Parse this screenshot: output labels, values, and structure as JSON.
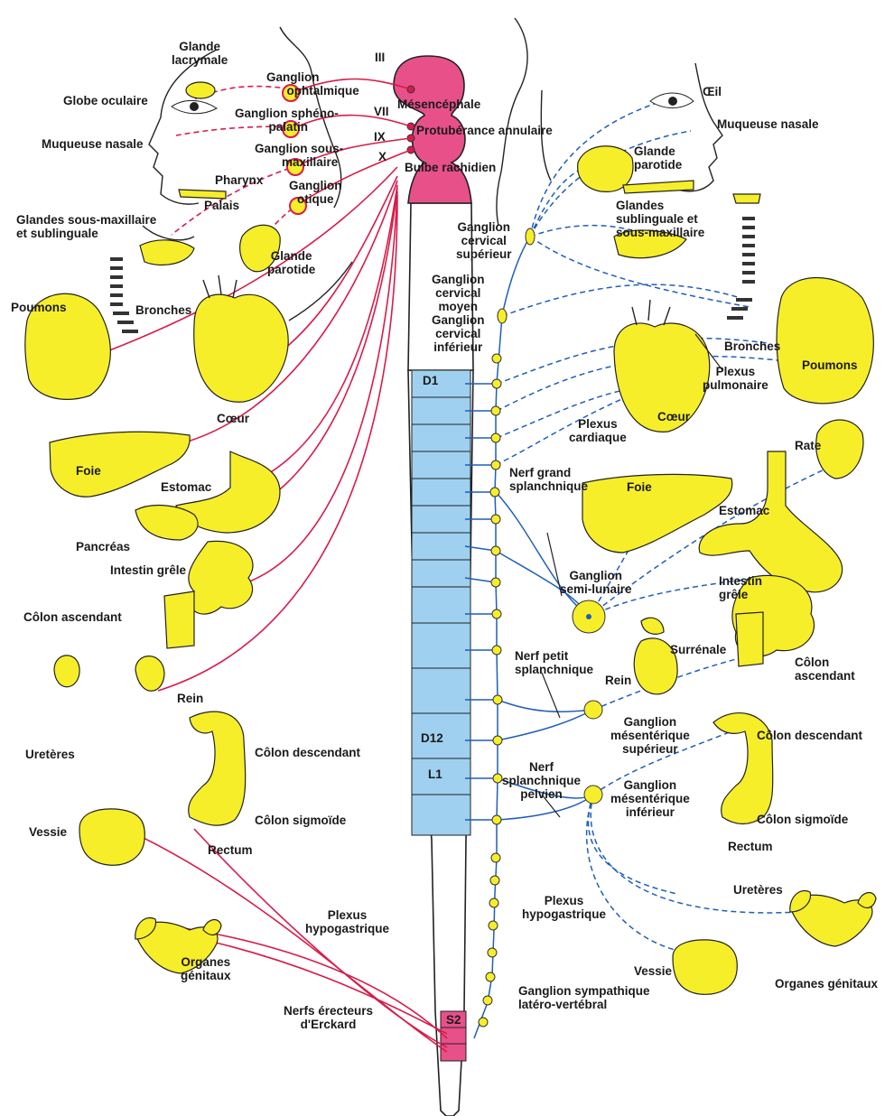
{
  "colors": {
    "parasympathetic": "#d81b4a",
    "sympathetic": "#1f5fb8",
    "organ": "#f7ee2a",
    "brain": "#e8508a",
    "cord": "#9fd0f0"
  },
  "cranial_nerves": {
    "III": "III",
    "VII": "VII",
    "IX": "IX",
    "X": "X"
  },
  "brain": {
    "mesencephale": "Mésencéphale",
    "protuberance": "Protubérance annulaire",
    "bulbe": "Bulbe rachidien"
  },
  "segments": {
    "d1": "D1",
    "d12": "D12",
    "l1": "L1",
    "s2": "S2"
  },
  "left": {
    "glande_lacrymale": "Glande\nlacrymale",
    "globe_oculaire": "Globe oculaire",
    "ganglion_ophtalmique": "Ganglion\n      ophtalmique",
    "ganglion_spheno": "Ganglion sphéno-\n          palatin",
    "muqueuse_nasale": "Muqueuse nasale",
    "ganglion_sous_maxillaire": "Ganglion sous-\n        maxillaire",
    "pharynx": "Pharynx",
    "ganglion_otique": "Ganglion\notique",
    "palais": "Palais",
    "glandes_sous_maxillaire": "Glandes sous-maxillaire\net sublinguale",
    "glande_parotide": "Glande\nparotide",
    "poumons": "Poumons",
    "bronches": "Bronches",
    "coeur": "Cœur",
    "foie": "Foie",
    "estomac": "Estomac",
    "pancreas": "Pancréas",
    "intestin_grele": "Intestin grêle",
    "colon_ascendant": "Côlon ascendant",
    "rein": "Rein",
    "ureteres": "Uretères",
    "colon_descendant": "Côlon descendant",
    "colon_sigmoide": "Côlon sigmoïde",
    "vessie": "Vessie",
    "rectum": "Rectum",
    "plexus_hypogastrique": "Plexus\nhypogastrique",
    "organes_genitaux": "Organes\ngénitaux",
    "nerfs_erecteurs": "Nerfs érecteurs\nd'Erckard"
  },
  "center": {
    "ganglion_cervical_superieur": "Ganglion\ncervical\nsupérieur",
    "ganglion_cervical_moyen_inferieur": "Ganglion\ncervical\nmoyen\nGanglion\ncervical\ninférieur",
    "nerf_grand_splanchnique": "Nerf grand\nsplanchnique",
    "nerf_petit_splanchnique": "Nerf petit\nsplanchnique",
    "nerf_splanchnique_pelvien": "Nerf\nsplanchnique\npelvien",
    "plexus_hypogastrique": "Plexus\nhypogastrique",
    "ganglion_sympathique": "Ganglion sympathique\nlatéro-vertébral"
  },
  "right": {
    "oeil": "Œil",
    "muqueuse_nasale": "Muqueuse nasale",
    "glande_parotide": "Glande\nparotide",
    "glandes_sublinguale": "Glandes\nsublinguale et\nsous-maxillaire",
    "bronches": "Bronches",
    "poumons": "Poumons",
    "plexus_pulmonaire": "Plexus\npulmonaire",
    "plexus_cardiaque": "Plexus\ncardiaque",
    "coeur": "Cœur",
    "rate": "Rate",
    "foie": "Foie",
    "estomac": "Estomac",
    "ganglion_semi_lunaire": "Ganglion\nsemi-lunaire",
    "intestin_grele": "Intestin\ngrêle",
    "surrenale": "Surrénale",
    "rein": "Rein",
    "colon_ascendant": "Côlon\nascendant",
    "ganglion_mesenterique_sup": "Ganglion\nmésentérique\nsupérieur",
    "colon_descendant": "Côlon descendant",
    "ganglion_mesenterique_inf": "Ganglion\nmésentérique\ninférieur",
    "colon_sigmoide": "Côlon sigmoïde",
    "rectum": "Rectum",
    "ureteres": "Uretères",
    "vessie": "Vessie",
    "organes_genitaux": "Organes génitaux"
  }
}
